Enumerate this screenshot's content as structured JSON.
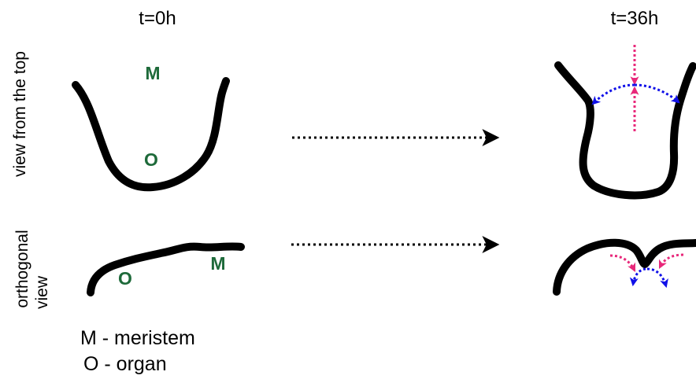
{
  "time_labels": {
    "start": "t=0h",
    "end": "t=36h"
  },
  "row_labels": {
    "top": "view from the top",
    "bottom_line1": "orthogonal",
    "bottom_line2": "view"
  },
  "region_letters": {
    "top_meristem": "M",
    "top_organ": "O",
    "bottom_meristem": "M",
    "bottom_organ": "O"
  },
  "legend": {
    "meristem": "M - meristem",
    "organ": "O - organ"
  },
  "colors": {
    "outline": "#000000",
    "letter": "#1e6a3a",
    "pink_arrow": "#e8287a",
    "blue_arrow": "#1010e8",
    "transition_arrow": "#000000"
  }
}
